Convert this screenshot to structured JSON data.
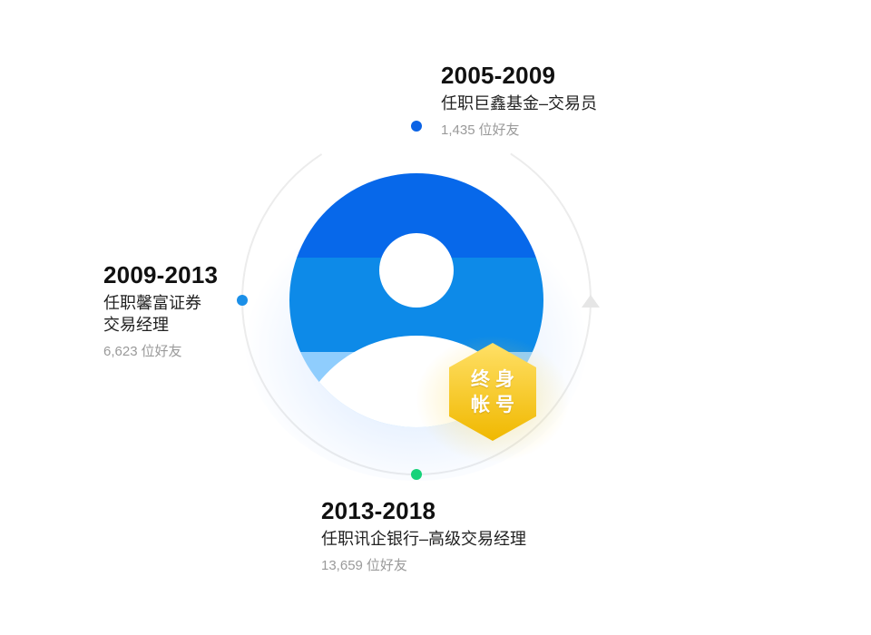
{
  "milestones": [
    {
      "period": "2005-2009",
      "role": [
        "任职巨鑫基金–交易员"
      ],
      "friends_count": "1,435",
      "friends_label": "位好友",
      "dot_color": "#0b63e5"
    },
    {
      "period": "2009-2013",
      "role": [
        "任职馨富证券",
        "交易经理"
      ],
      "friends_count": "6,623",
      "friends_label": "位好友",
      "dot_color": "#1a8fe8"
    },
    {
      "period": "2013-2018",
      "role": [
        "任职讯企银行–高级交易经理"
      ],
      "friends_count": "13,659",
      "friends_label": "位好友",
      "dot_color": "#16d27a"
    }
  ],
  "badge": {
    "line1": "终身",
    "line2": "帐号",
    "colors": {
      "top": "#ffe066",
      "bottom": "#f0b800"
    }
  },
  "avatar": {
    "band_colors": [
      "#0768ea",
      "#0d8ae8",
      "#8fcdfd"
    ],
    "figure_color": "#ffffff"
  },
  "ring": {
    "color": "#ececec",
    "arrow_color": "#e6e6e6"
  }
}
